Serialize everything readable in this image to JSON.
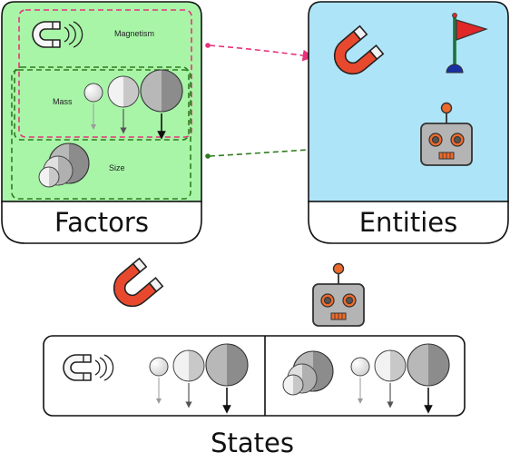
{
  "labels": {
    "factors": "Factors",
    "entities": "Entities",
    "states": "States",
    "magnetism": "Magnetism",
    "mass": "Mass",
    "size": "Size"
  },
  "colors": {
    "factors_bg": "#a8f5a8",
    "entities_bg": "#aee4f8",
    "magnet_red": "#e8492e",
    "magnet_tip": "#f2f2f2",
    "pink_dash": "#e8337a",
    "green_dash": "#2f7d1f",
    "flag_red": "#e02828",
    "flag_pole": "#1d9a4a",
    "robot_body": "#b4b4b4",
    "robot_eye": "#ee6a2a",
    "robot_antenna_tip": "#ee6a2a"
  },
  "icons": [
    "magnet-outline-icon",
    "magnet-icon",
    "flag-icon",
    "robot-icon",
    "sphere-icon",
    "arrow-icon"
  ]
}
